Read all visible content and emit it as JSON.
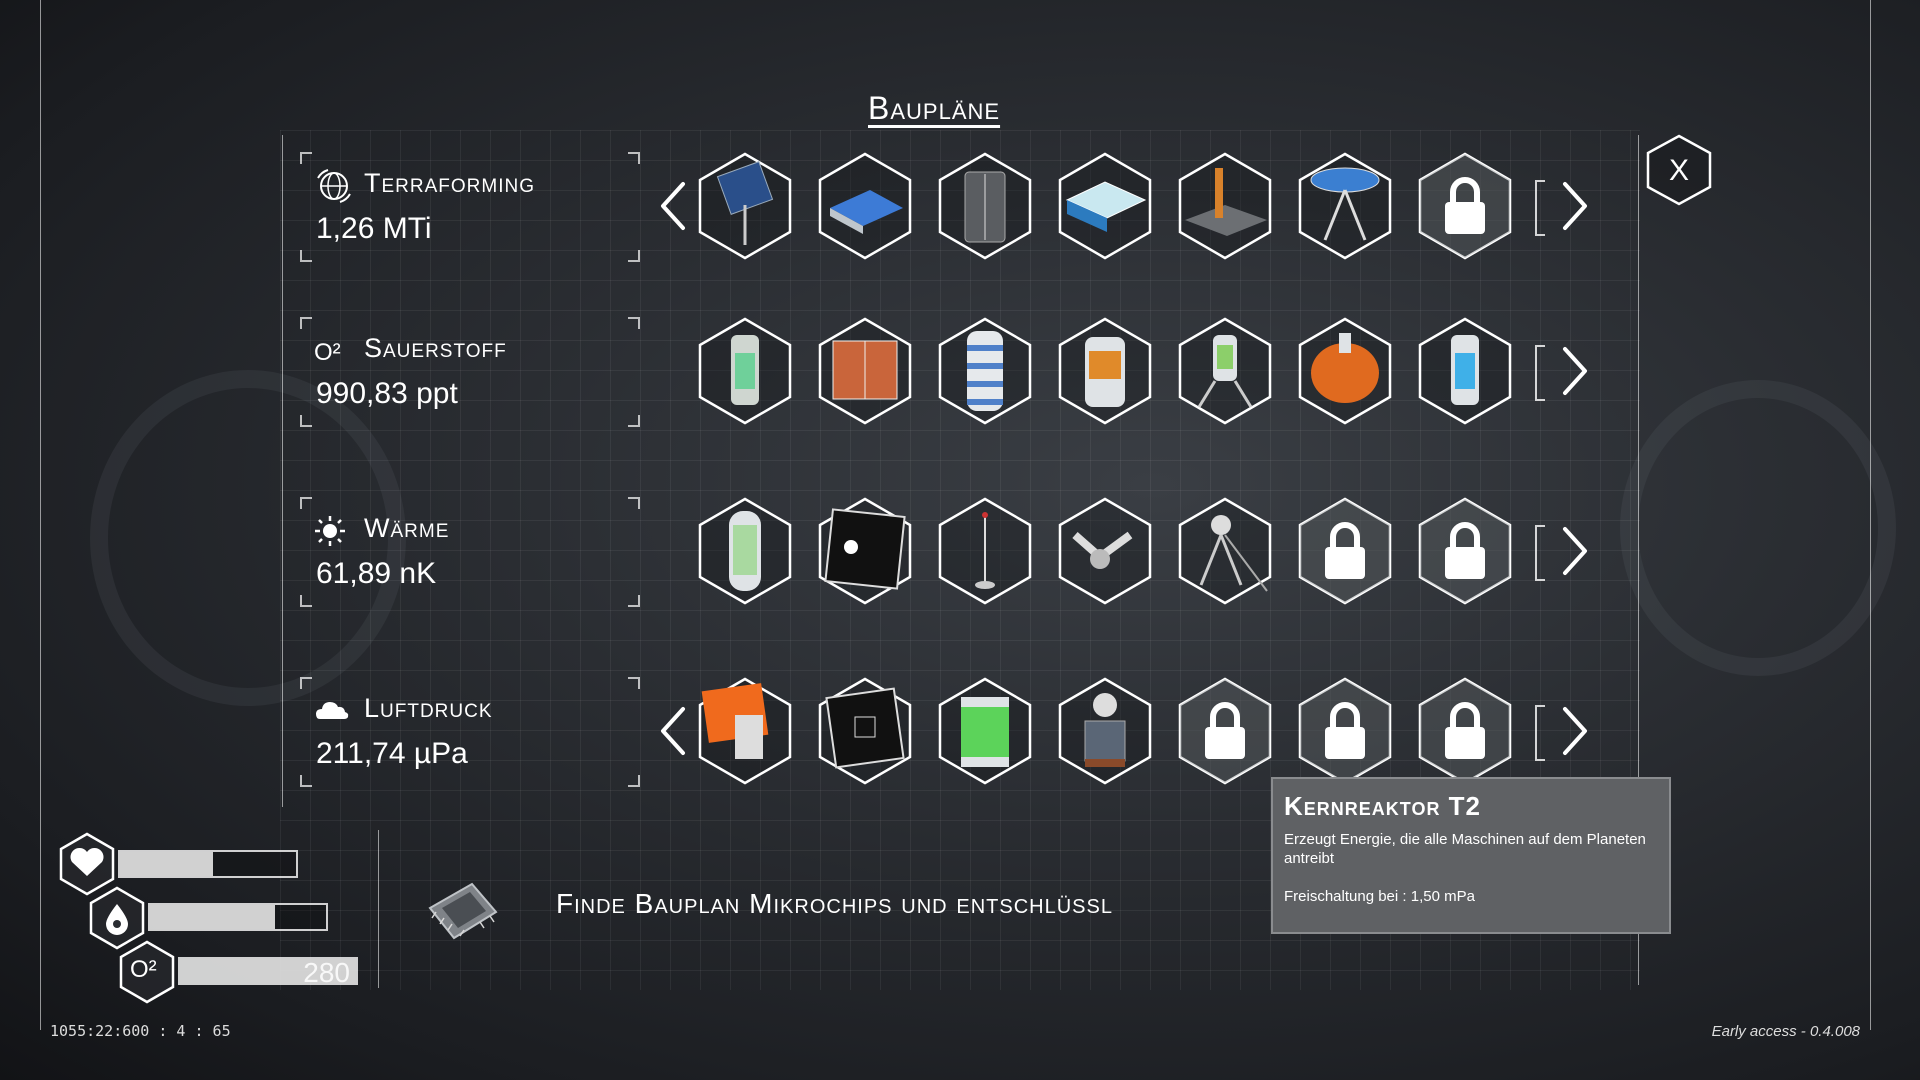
{
  "title": "Baupläne",
  "close_label": "X",
  "stats": [
    {
      "label": "Terraforming",
      "value": "1,26 MTi",
      "icon": "globe-icon"
    },
    {
      "label": "Sauerstoff",
      "prefix": "O²",
      "value": "990,83 ppt",
      "icon": "oxygen-icon"
    },
    {
      "label": "Wärme",
      "value": "61,89 nK",
      "icon": "sun-icon"
    },
    {
      "label": "Luftdruck",
      "value": "211,74 µPa",
      "icon": "cloud-icon"
    }
  ],
  "rows": [
    {
      "name": "terraforming",
      "has_left_arrow": true,
      "items": [
        "solar-panel",
        "bed",
        "locker",
        "glass-table",
        "drill-platform",
        "satellite-dish",
        "locked"
      ]
    },
    {
      "name": "oxygen",
      "has_left_arrow": false,
      "items": [
        "green-tube-generator",
        "heater-cabinet",
        "striped-tank",
        "orange-generator",
        "green-tripod-unit",
        "orange-reactor",
        "blue-tube-generator"
      ]
    },
    {
      "name": "heat",
      "has_left_arrow": false,
      "items": [
        "green-capsule",
        "solar-screen",
        "antenna-pole",
        "robotic-arm",
        "tripod-scanner",
        "locked",
        "locked"
      ]
    },
    {
      "name": "pressure",
      "has_left_arrow": true,
      "items": [
        "radar-dish",
        "container-panel",
        "green-reactor",
        "drill-rig",
        "locked",
        "locked",
        "locked"
      ]
    }
  ],
  "tooltip": {
    "title": "Kernreaktor T2",
    "description": "Erzeugt Energie, die alle Maschinen auf dem Planeten antreibt",
    "unlock": "Freischaltung bei : 1,50 mPa"
  },
  "mission": {
    "text": "Finde Bauplan Mikrochips und entschlüssl",
    "icon": "microchip-icon"
  },
  "vitals": [
    {
      "name": "health",
      "icon": "heart-icon",
      "fill": 0.53,
      "value": ""
    },
    {
      "name": "water",
      "icon": "drop-icon",
      "fill": 0.71,
      "value": ""
    },
    {
      "name": "oxygen",
      "icon": "o2-icon",
      "fill": 1.0,
      "value": "280",
      "icon_text": "O²"
    }
  ],
  "footer_left": "1055:22:600 : 4 : 65",
  "footer_right": "Early access - 0.4.008"
}
